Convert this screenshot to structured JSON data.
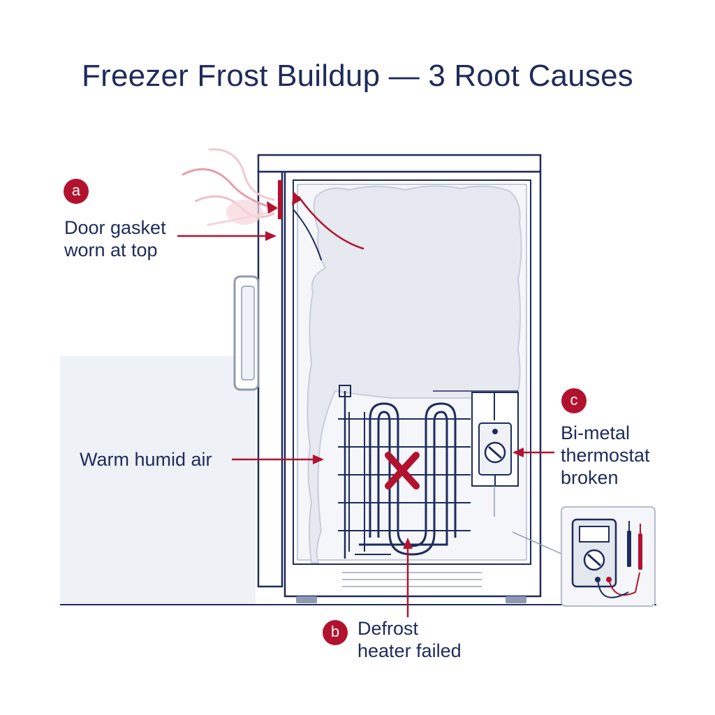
{
  "title": "Freezer Frost Buildup — 3 Root Causes",
  "callouts": {
    "a": {
      "badge": "a",
      "line1": "Door gasket",
      "line2": "worn at top"
    },
    "b": {
      "badge": "b",
      "line1": "Defrost",
      "line2": "heater failed"
    },
    "c": {
      "badge": "c",
      "line1": "Bi-metal",
      "line2": "thermostat",
      "line3": "broken"
    }
  },
  "warm_air_label": "Warm humid air",
  "colors": {
    "navy": "#1e2b5a",
    "accent_red": "#b3122f",
    "frost": "#e6e9ef",
    "background_panel": "#eef1f6"
  },
  "icons": [
    "air-leak-icon",
    "fail-x-icon",
    "multimeter-icon",
    "thermostat-icon",
    "heater-coil-icon"
  ]
}
